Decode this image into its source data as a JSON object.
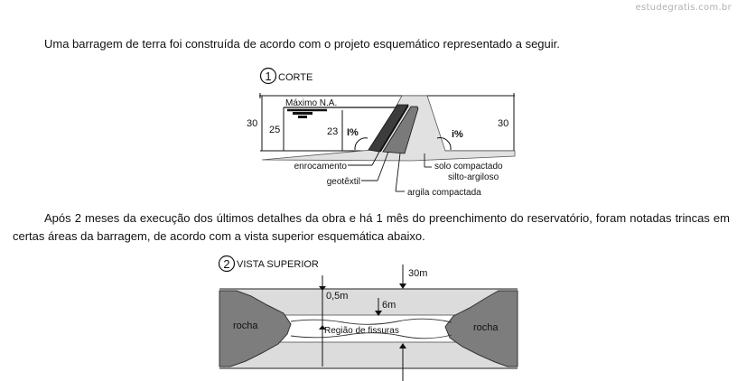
{
  "watermark": "estudegratis.com.br",
  "intro_text": "Uma barragem de terra foi construída de acordo com o projeto esquemático representado a seguir.",
  "figure1": {
    "number": "1",
    "title": "CORTE",
    "max_water_level": "Máximo N.A.",
    "height_left": "30",
    "height_right": "30",
    "water_depth": "25",
    "height_inner": "23",
    "slope_upstream": "I%",
    "slope_downstream": "i%",
    "label_riprap": "enrocamento",
    "label_geotextile": "geotêxtil",
    "label_clay": "argila compactada",
    "label_soil_line1": "solo compactado",
    "label_soil_line2": "silto-argiloso"
  },
  "body_text": "Após 2 meses da execução dos últimos detalhes da obra e há 1 mês do preenchimento do reservatório, foram notadas trincas em certas áreas da barragem, de acordo com a vista superior esquemática abaixo.",
  "figure2": {
    "number": "2",
    "title": "VISTA SUPERIOR",
    "dim_top": "30m",
    "dim_edge": "0,5m",
    "dim_mid": "6m",
    "label_rock_left": "rocha",
    "label_rock_right": "rocha",
    "label_cracks": "Região de fissuras"
  }
}
